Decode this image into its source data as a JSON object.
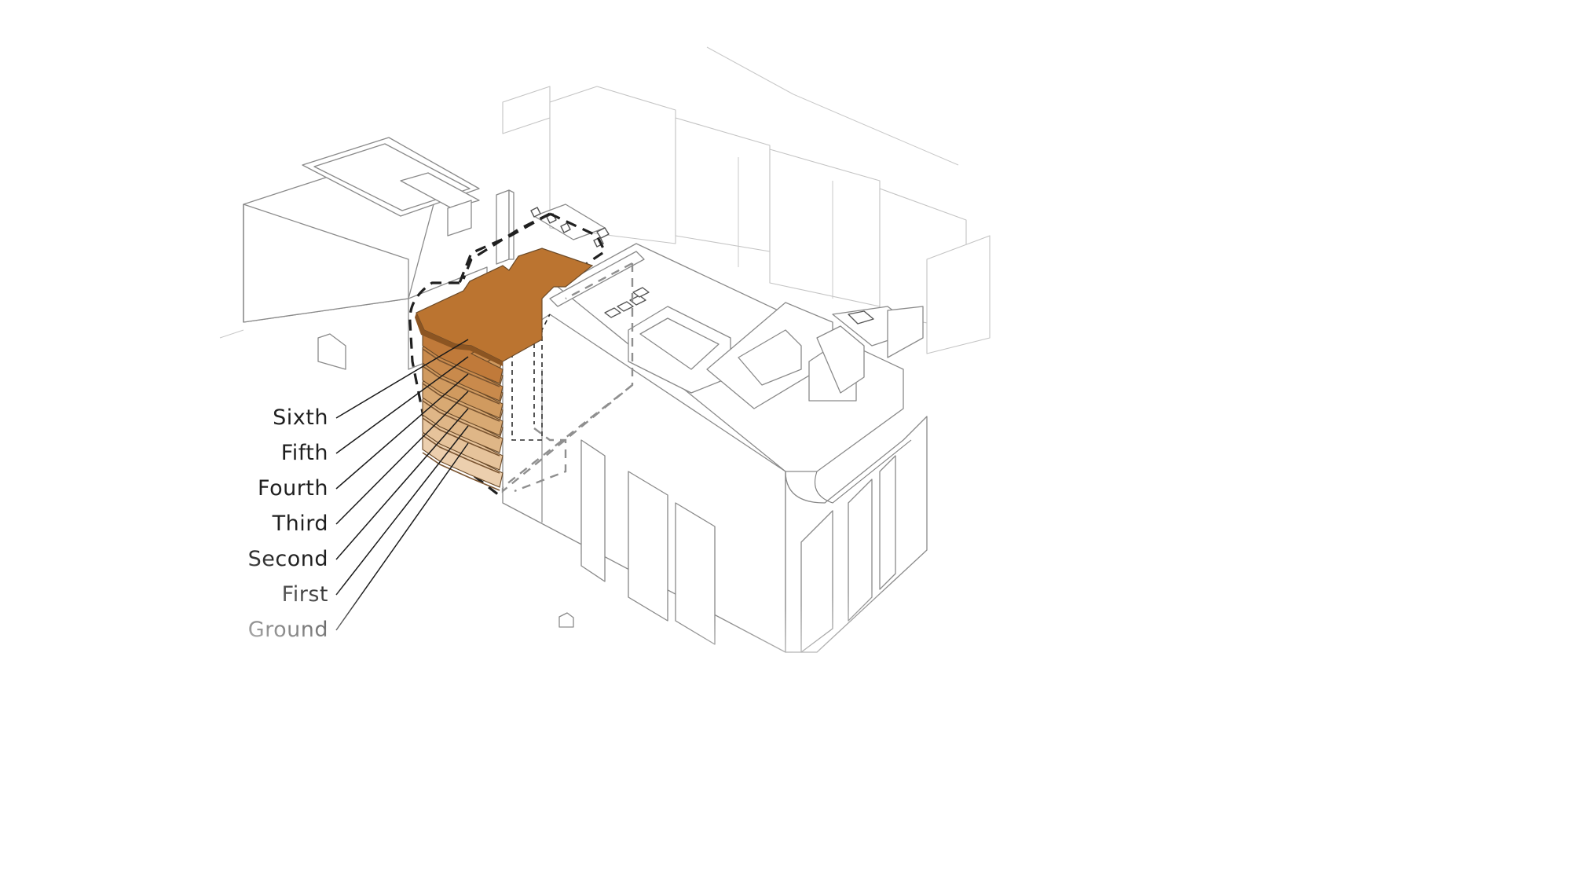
{
  "floors": [
    {
      "label": "Sixth",
      "color": "#c07a3a"
    },
    {
      "label": "Fifth",
      "color": "#c98a4c"
    },
    {
      "label": "Fourth",
      "color": "#d09a5f"
    },
    {
      "label": "Third",
      "color": "#d8a973"
    },
    {
      "label": "Second",
      "color": "#dfb687"
    },
    {
      "label": "First",
      "color": "#e6c39b"
    },
    {
      "label": "Ground",
      "color": "#eccfae"
    }
  ],
  "colors": {
    "roof_slab": "#bb7430",
    "outline": "#8a8a8a",
    "dashed_boundary": "#202020"
  }
}
